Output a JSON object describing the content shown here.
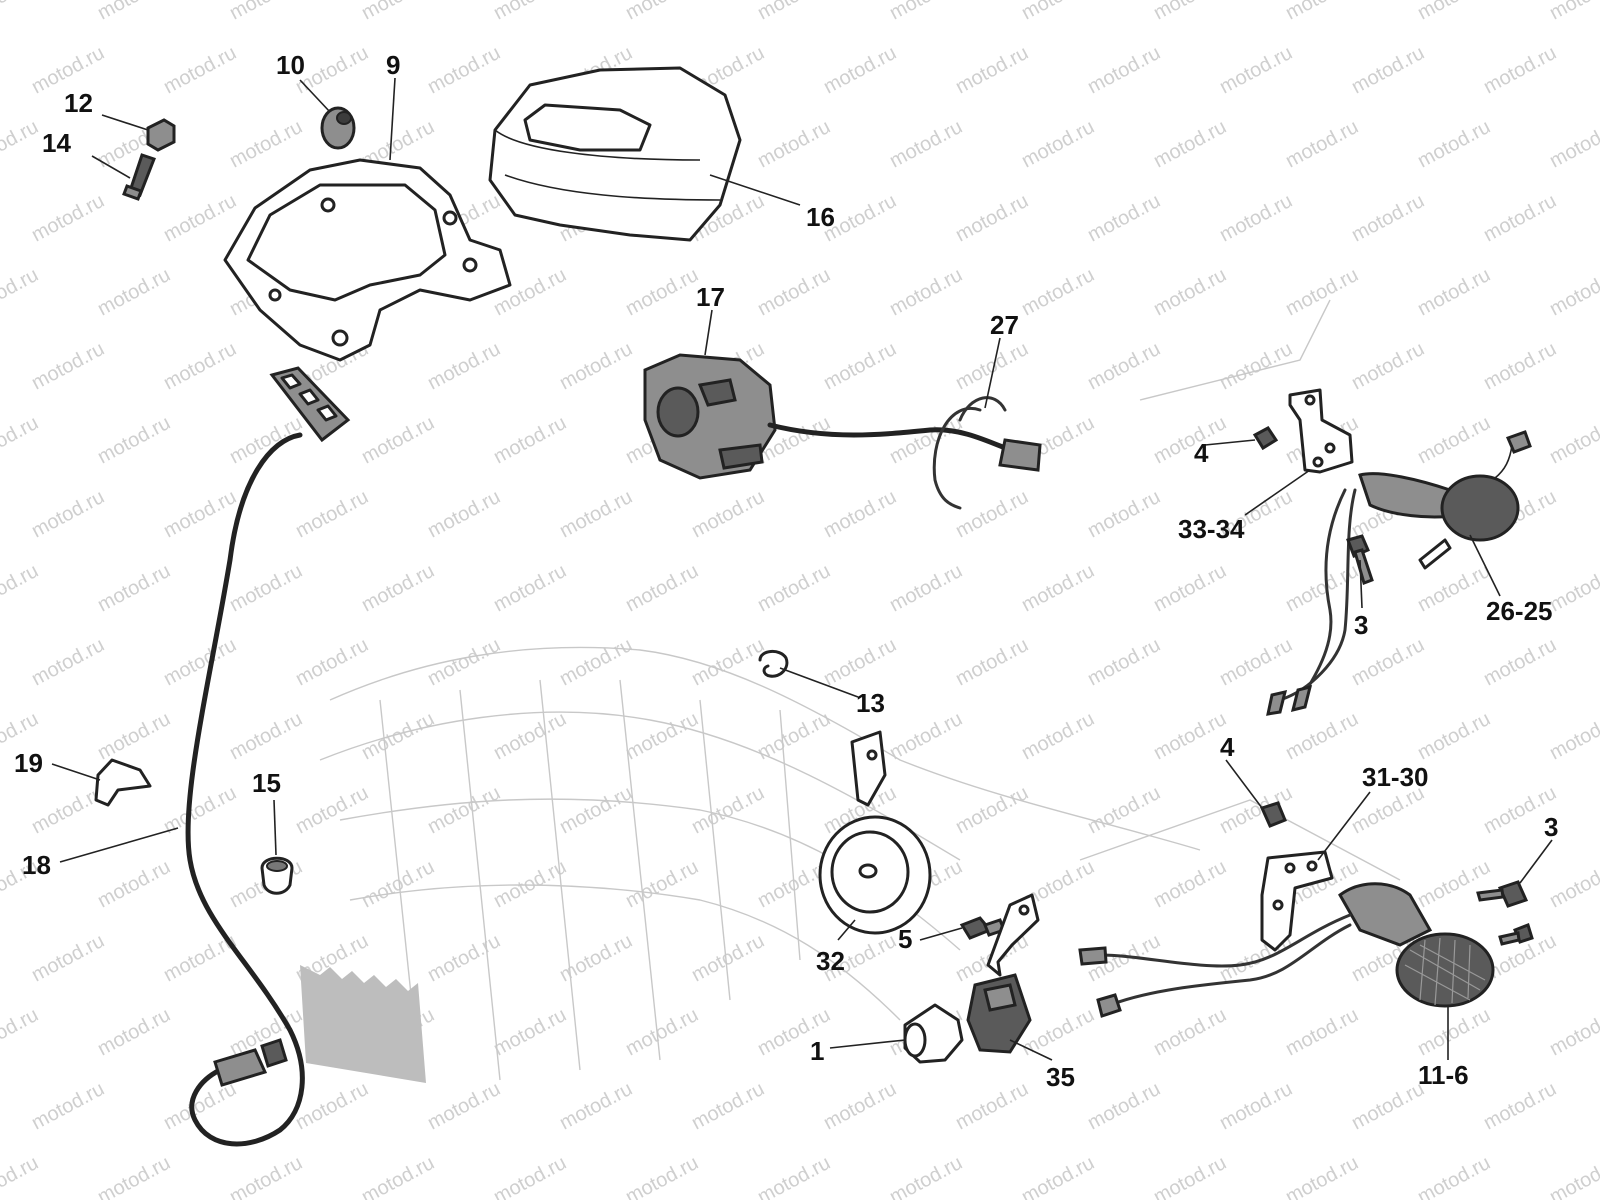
{
  "watermark": {
    "text": "motod.ru"
  },
  "callouts": [
    {
      "id": "10",
      "label": "10"
    },
    {
      "id": "9",
      "label": "9"
    },
    {
      "id": "12",
      "label": "12"
    },
    {
      "id": "14",
      "label": "14"
    },
    {
      "id": "16",
      "label": "16"
    },
    {
      "id": "17",
      "label": "17"
    },
    {
      "id": "27",
      "label": "27"
    },
    {
      "id": "4a",
      "label": "4"
    },
    {
      "id": "33-34",
      "label": "33-34"
    },
    {
      "id": "3a",
      "label": "3"
    },
    {
      "id": "26-25",
      "label": "26-25"
    },
    {
      "id": "13",
      "label": "13"
    },
    {
      "id": "19",
      "label": "19"
    },
    {
      "id": "18",
      "label": "18"
    },
    {
      "id": "15",
      "label": "15"
    },
    {
      "id": "4b",
      "label": "4"
    },
    {
      "id": "31-30",
      "label": "31-30"
    },
    {
      "id": "3b",
      "label": "3"
    },
    {
      "id": "5",
      "label": "5"
    },
    {
      "id": "32",
      "label": "32"
    },
    {
      "id": "1",
      "label": "1"
    },
    {
      "id": "35",
      "label": "35"
    },
    {
      "id": "11-6",
      "label": "11-6"
    }
  ]
}
